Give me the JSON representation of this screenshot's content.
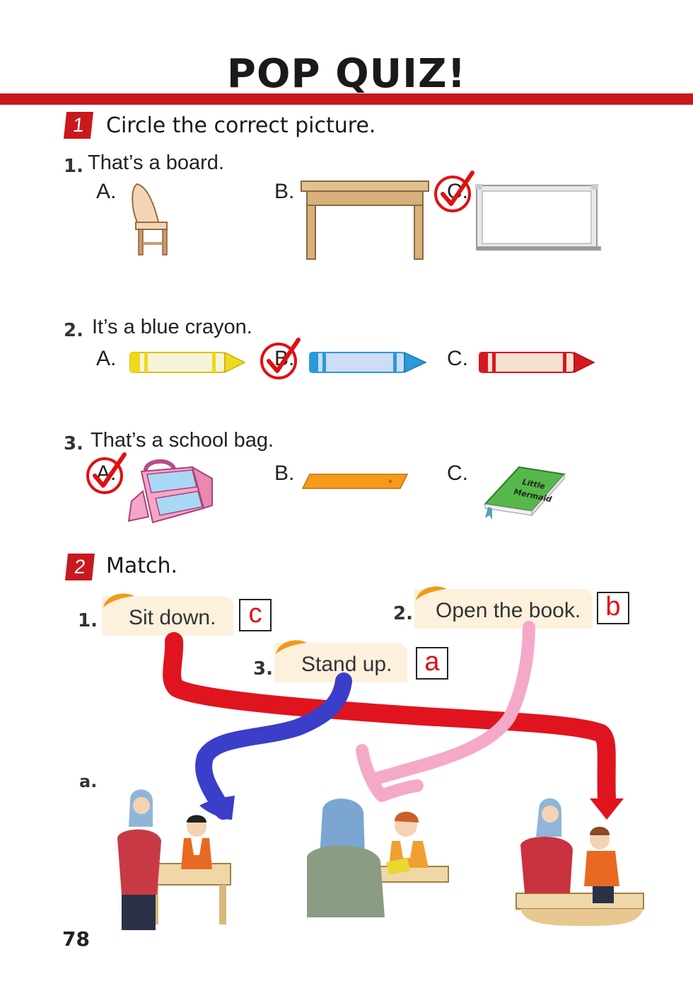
{
  "page": {
    "title": "POP QUIZ!",
    "page_number": "78"
  },
  "section1": {
    "number": "1",
    "instruction": "Circle the correct picture.",
    "questions": [
      {
        "num": "1.",
        "text": "That’s a board.",
        "options": [
          "A.",
          "B.",
          "C."
        ],
        "checked": "C",
        "icons": [
          "chair-icon",
          "table-icon",
          "whiteboard-icon"
        ]
      },
      {
        "num": "2.",
        "text": "It’s a blue crayon.",
        "options": [
          "A.",
          "B.",
          "C."
        ],
        "checked": "B",
        "icons": [
          "yellow-crayon-icon",
          "blue-crayon-icon",
          "red-crayon-icon"
        ]
      },
      {
        "num": "3.",
        "text": "That’s a school bag.",
        "options": [
          "A.",
          "B.",
          "C."
        ],
        "checked": "A",
        "icons": [
          "school-bag-icon",
          "ruler-icon",
          "book-icon"
        ]
      }
    ],
    "book_cover_text": [
      "Little",
      "Mermaid"
    ]
  },
  "section2": {
    "number": "2",
    "instruction": "Match.",
    "items": [
      {
        "num": "1.",
        "phrase": "Sit down.",
        "answer": "c"
      },
      {
        "num": "2.",
        "phrase": "Open the book.",
        "answer": "b"
      },
      {
        "num": "3.",
        "phrase": "Stand up.",
        "answer": "a"
      }
    ],
    "picture_labels": [
      "a."
    ]
  },
  "colors": {
    "accent_red": "#c8191e",
    "check_red": "#e01010",
    "line_red": "#e0141e",
    "line_blue": "#3a3ec8",
    "line_pink": "#f5a9c8",
    "phrase_bg": "#fdf0dd"
  }
}
